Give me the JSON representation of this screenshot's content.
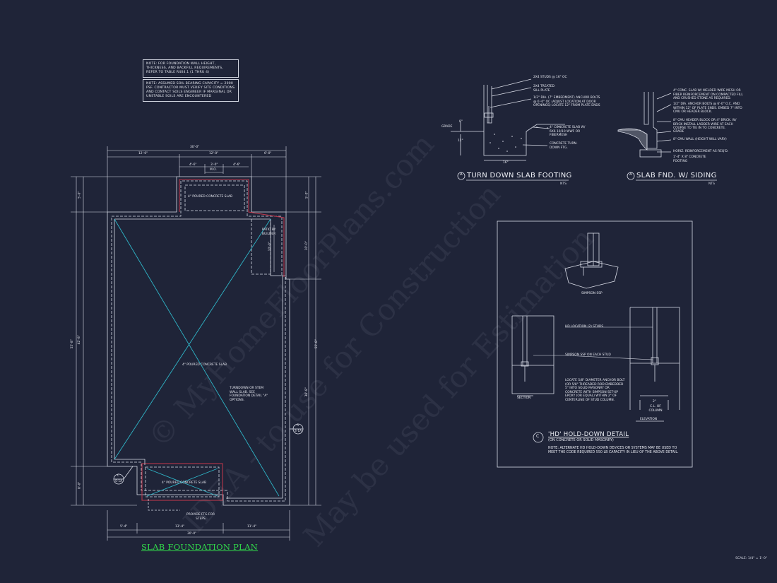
{
  "plan": {
    "title": "SLAB FOUNDATION PLAN",
    "note_wall": "NOTE: FOR FOUNDATION WALL HEIGHT, THICKNESS, AND BACKFILL REQUIREMENTS, REFER TO TABLE R404.1 (1 THRU 4)",
    "note_soil": "NOTE: ASSUMED SOIL BEARING CAPACITY = 2000 PSF. CONTRACTOR MUST VERIFY SITE CONDITIONS AND CONTACT SOILS ENGINEER IF MARGINAL OR UNSTABLE SOILS ARE ENCOUNTERED",
    "dims": {
      "top_overall": "30'-0\"",
      "top_left": "12'-0\"",
      "top_mid": "12'-0\"",
      "top_right": "6'-0\"",
      "porch_a": "4'-6\"",
      "porch_b": "3'-0\"",
      "porch_c": "4'-6\"",
      "porch_mo": "M.O.",
      "bottom_overall": "30'-0\"",
      "bottom_left": "5'-4\"",
      "bottom_mid": "13'-4\"",
      "bottom_right": "11'-4\"",
      "left_overall": "55'-8\"",
      "left_top": "5'-0\"",
      "left_main": "42'-8\"",
      "left_bottom": "8'-0\"",
      "right_overall": "55'-8\"",
      "right_top": "5'-0\"",
      "right_patio": "10'-0\"",
      "right_main": "36'-8\"",
      "patio_inner": "10'-0\""
    },
    "labels": {
      "slab_main": "4\" POURED CONCRETE SLAB",
      "slab_top": "4\" POURED CONCRETE SLAB",
      "slab_bottom": "4\" POURED CONCRETE SLAB",
      "patio": "PATIO BY BUILDER",
      "turndown": "TURNDOWN OR STEM WALL SLAB. SEE FOUNDATION DETAIL \"A\" OPTIONS.",
      "steps": "PROVIDE FTG FOR STEPS",
      "tag_a_letter": "A",
      "tag_a_sheet": "S-1A",
      "tag_b_letter": "C",
      "tag_b_sheet": "S-1A"
    }
  },
  "detail_a": {
    "letter": "A",
    "title": "TURN DOWN SLAB FOOTING",
    "scale": "NTS",
    "notes": [
      "2x4 STUDS @ 16\" OC",
      "2x4 TREATED SILL PLATE",
      "1/2\" DIA. (7\" EMBEDMENT) ANCHOR BOLTS @ 6'-0\" OC (ADJUST LOCATION AT DOOR OPENINGS) LOCATE 12\" FROM PLATE ENDS",
      "4\" CONCRETE SLAB W/ 6x6 10/10 WWF OR FIBERMESH",
      "CONCRETE TURN-DOWN FTG."
    ],
    "grade": "GRADE",
    "dim_8": "8\"",
    "dim_12": "12\"",
    "dim_16": "16\""
  },
  "detail_b": {
    "letter": "A",
    "title": "SLAB FND. W/ SIDING",
    "scale": "NTS",
    "notes": [
      "4\" CONC. SLAB W/ WELDED WIRE MESH OR FIBER REINFORCEMENT ON COMPACTED FILL AND CRUSHED STONE AS REQUIRED.",
      "1/2\" DIA. ANCHOR BOLTS @ 6'-0\" O.C. AND WITHIN 12\" OF PLATE ENDS. EMBED 7\" INTO CMU OR HEADER BLOCK.",
      "8\" CMU HEADER BLOCK OR 4\" BRICK. W/ BRICK INSTALL LADDER WIRE AT EACH COURSE TO TIE IN TO CONCRETE.",
      "GRADE",
      "8\" CMU WALL (HEIGHT WILL VARY)",
      "HORIZ. REINFORCEMENT AS REQ'D.",
      "1'-4\" x 8\" CONCRETE FOOTING"
    ]
  },
  "detail_c": {
    "letter": "C",
    "title": "'HD' HOLD-DOWN DETAIL",
    "subtitle": "(ON CONCRETE OR SOLID MASONRY)",
    "simpson_label": "SIMPSON SSP",
    "hd_location": "HD LOCATION (2) STUDS",
    "ssp_each": "SIMPSON SSP ON EACH STUD",
    "anchor_note": "LOCATE 5/8\" DIAMETER ANCHOR BOLT (OR 5/8\" THREADED ROD EMBEDDED 5\" INTO SOLID MASONRY OR CONCRETE WITH SIMPSON SET-XP EPOXY (OR EQUAL) WITHIN 2\" OF CENTERLINE OF STUD COLUMN.",
    "section": "SECTION",
    "elevation": "ELEVATION",
    "cl_dim": "2\"",
    "cl_label": "C.L. OF COLUMN",
    "note": "NOTE: ALTERNATE HD HOLD-DOWN DEVICES OR SYSTEMS MAY BE USED TO MEET THE CODE REQUIRED 550 LB CAPACITY IN LIEU OF THE ABOVE DETAIL."
  },
  "watermark": {
    "line1": "© MyHomeFloorPlans.com",
    "line2": "IDEA - to use for Construction",
    "line3": "May be used for Estimation"
  },
  "scale_note": "SCALE: 1/4\" = 1'-0\"",
  "colors": {
    "background": "#1f2438",
    "lines": "#d8dbe6",
    "cyan": "#2fb6c8",
    "red": "#b8364a",
    "green_title": "#31d84a"
  }
}
